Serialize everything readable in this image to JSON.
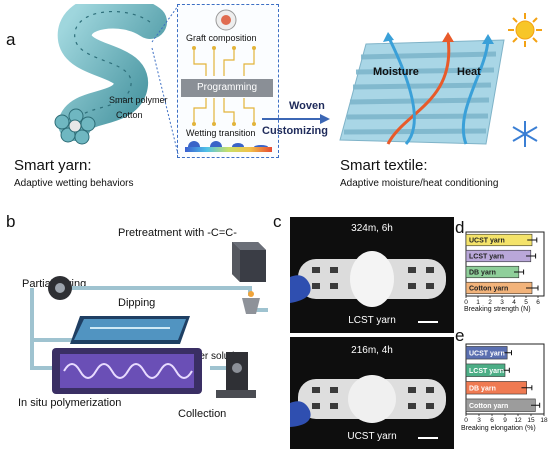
{
  "panel_labels": {
    "a": "a",
    "b": "b",
    "c": "c",
    "d": "d",
    "e": "e"
  },
  "panel_a": {
    "graft_composition": "Graft composition",
    "programming": "Programming",
    "wetting_transition": "Wetting transition",
    "smart_polymer": "Smart polymer",
    "cotton": "Cotton",
    "arrow_top": "Woven",
    "arrow_bottom": "Customizing",
    "moisture": "Moisture",
    "heat": "Heat",
    "smart_yarn_title": "Smart yarn:",
    "smart_yarn_sub": "Adaptive wetting behaviors",
    "smart_textile_title": "Smart textile:",
    "smart_textile_sub": "Adaptive moisture/heat conditioning"
  },
  "panel_b": {
    "pretreatment": "Pretreatment with -C=C-",
    "partial_drying": "Partial drying",
    "dipping": "Dipping",
    "monomer_solution": "Monomer solution",
    "in_situ": "In situ polymerization",
    "collection": "Collection"
  },
  "panel_c": {
    "top_caption": "324m, 6h",
    "top_yarn": "LCST yarn",
    "bottom_caption": "216m, 4h",
    "bottom_yarn": "UCST yarn"
  },
  "chart_data": [
    {
      "type": "bar",
      "orientation": "horizontal",
      "categories": [
        "UCST yarn",
        "LCST yarn",
        "DB yarn",
        "Cotton yarn"
      ],
      "values": [
        5.5,
        5.4,
        4.4,
        5.5
      ],
      "errors": [
        0.4,
        0.4,
        0.4,
        0.5
      ],
      "colors": [
        "#f4e36a",
        "#b9a7d9",
        "#8fcf9a",
        "#f2b37a"
      ],
      "xlabel": "Breaking strength (N)",
      "xticks": [
        "0",
        "1",
        "2",
        "3",
        "4",
        "5",
        "6"
      ],
      "xlim": [
        0,
        6.5
      ]
    },
    {
      "type": "bar",
      "orientation": "horizontal",
      "categories": [
        "UCST yarn",
        "LCST yarn",
        "DB yarn",
        "Cotton yarn"
      ],
      "values": [
        9.5,
        9.0,
        14.0,
        16.0
      ],
      "errors": [
        1.0,
        1.0,
        1.2,
        1.0
      ],
      "colors": [
        "#5a6fb0",
        "#4cae86",
        "#ef7a52",
        "#9c9c9c"
      ],
      "xlabel": "Breaking elongation (%)",
      "xticks": [
        "0",
        "3",
        "6",
        "9",
        "12",
        "15",
        "18"
      ],
      "xlim": [
        0,
        18
      ]
    }
  ]
}
